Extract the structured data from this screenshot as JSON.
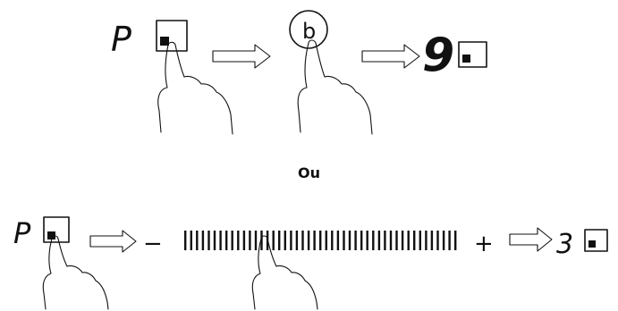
{
  "row1": {
    "start_display": "P",
    "button_glyph": "b",
    "result_display": "9"
  },
  "separator": {
    "text": "Ou"
  },
  "row2": {
    "start_display": "P",
    "minus_label": "−",
    "plus_label": "+",
    "slider_bars": 47,
    "result_display": "3"
  },
  "icons": [
    "square-button-icon",
    "hand-icon",
    "arrow-right-icon",
    "circle-button-icon",
    "slider-icon"
  ]
}
